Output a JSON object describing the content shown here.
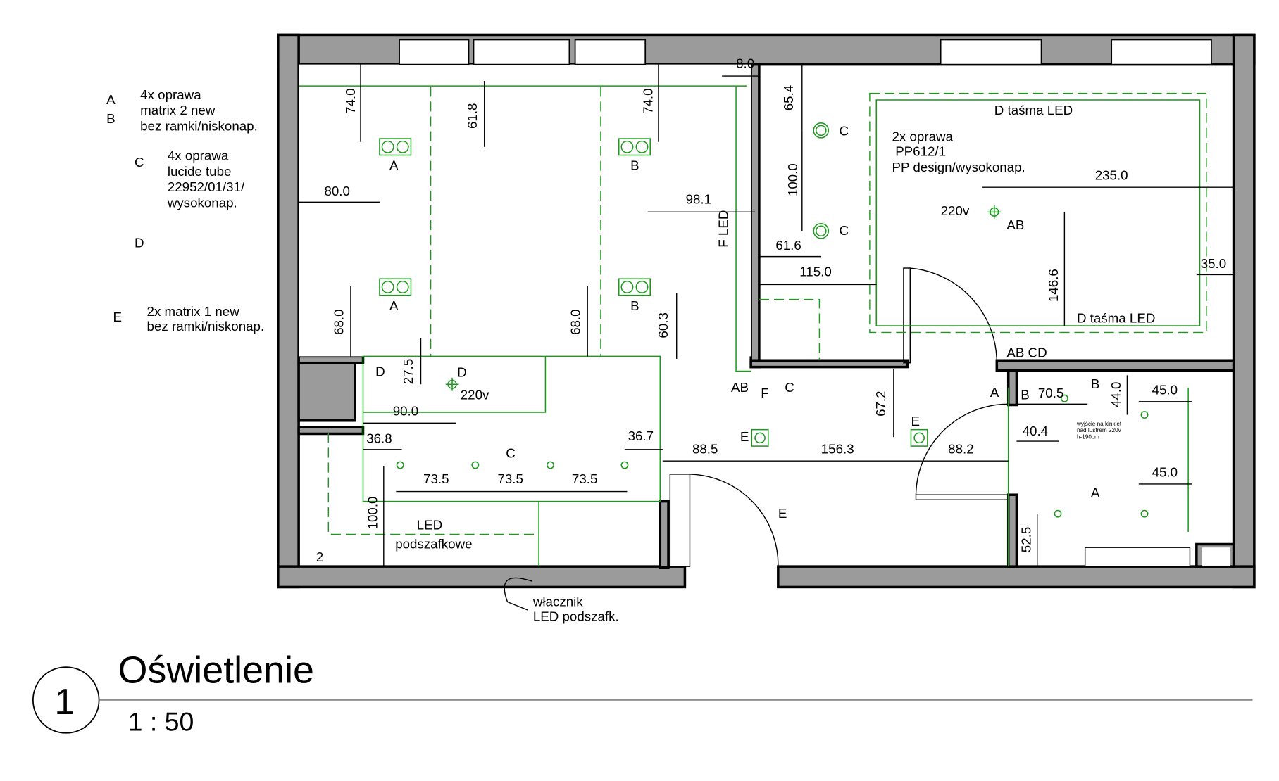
{
  "legend": {
    "ab_letters": [
      "A",
      "B"
    ],
    "ab_desc": [
      "4x oprawa",
      "matrix 2 new",
      "bez ramki/niskonap."
    ],
    "c_letter": "C",
    "c_desc": [
      "4x oprawa",
      "lucide tube",
      "22952/01/31/",
      "wysokonap."
    ],
    "d_letter": "D",
    "e_letter": "E",
    "e_desc": [
      "2x matrix 1 new",
      "bez ramki/niskonap."
    ]
  },
  "dimensions": [
    "74.0",
    "61.8",
    "74.0",
    "8.0",
    "65.4",
    "100.0",
    "80.0",
    "98.1",
    "235.0",
    "61.6",
    "115.0",
    "146.6",
    "35.0",
    "68.0",
    "68.0",
    "60.3",
    "27.5",
    "90.0",
    "67.2",
    "70.5",
    "44.0",
    "45.0",
    "40.4",
    "36.8",
    "36.7",
    "88.5",
    "156.3",
    "88.2",
    "73.5",
    "73.5",
    "73.5",
    "45.0",
    "100.0",
    "52.5"
  ],
  "labels": {
    "a1": "A",
    "b1": "B",
    "a2": "A",
    "b2": "B",
    "c1": "C",
    "c2": "C",
    "d_led_top": "D taśma LED",
    "d_led_bottom": "D taśma LED",
    "bedroom_fixture": [
      "2x oprawa",
      "PP612/1",
      "PP design/wysokonap."
    ],
    "v220_bedroom": "220v",
    "ab_bedroom": "AB",
    "f_led": "F LED",
    "d_switch": "D",
    "d_kitchen": "D",
    "v220_kitchen": "220v",
    "ab_switch": "AB",
    "f_switch": "F",
    "c_switch": "C",
    "abcd_switch": "AB  CD",
    "a_switch": "A",
    "b_switch": "B",
    "b_bath": "B",
    "e1": "E",
    "e2": "E",
    "c_kitchen": "C",
    "led_under": [
      "LED",
      "podszafkowe"
    ],
    "e_switch": "E",
    "a_bath": "A",
    "two": "2",
    "switch_note": [
      "włacznik",
      "LED podszafk."
    ],
    "bath_note": [
      "wyjście na kinkiet",
      "nad lustrem 220v",
      "h-190cm"
    ]
  },
  "title_block": {
    "number": "1",
    "title": "Oświetlenie",
    "scale": "1 : 50"
  },
  "colors": {
    "wall": "#9b9b9b",
    "lighting": "#1a9a1a"
  }
}
